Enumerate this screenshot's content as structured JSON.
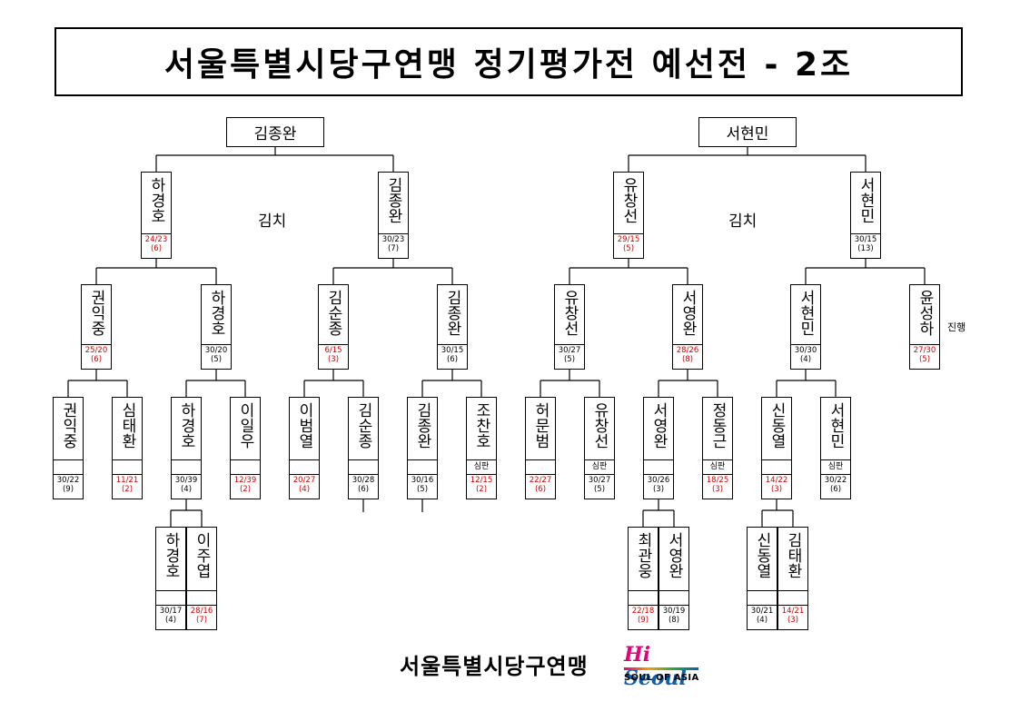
{
  "title": "서울특별시당구연맹 정기평가전 예선전 - 2조",
  "notes": {
    "kimchi_left": "김치",
    "kimchi_right": "김치",
    "in_progress": "진행"
  },
  "footer": {
    "org": "서울특별시당구연맹",
    "logo_main": "Hi Seoul",
    "logo_hi": "Hi",
    "logo_seoul": "Seoul",
    "logo_sub": "SOUL OF ASIA"
  },
  "top": [
    {
      "id": "t1",
      "name": "김종완"
    },
    {
      "id": "t2",
      "name": "서현민"
    }
  ],
  "players": [
    {
      "id": "r2a",
      "name": "하경호",
      "tag": "",
      "score": "24/23",
      "rank": "(6)",
      "red": true
    },
    {
      "id": "r2b",
      "name": "김종완",
      "tag": "",
      "score": "30/23",
      "rank": "(7)",
      "red": false
    },
    {
      "id": "r2c",
      "name": "유창선",
      "tag": "",
      "score": "29/15",
      "rank": "(5)",
      "red": true
    },
    {
      "id": "r2d",
      "name": "서현민",
      "tag": "",
      "score": "30/15",
      "rank": "(13)",
      "red": false
    },
    {
      "id": "r3a",
      "name": "권익중",
      "tag": "",
      "score": "25/20",
      "rank": "(6)",
      "red": true
    },
    {
      "id": "r3b",
      "name": "하경호",
      "tag": "",
      "score": "30/20",
      "rank": "(5)",
      "red": false
    },
    {
      "id": "r3c",
      "name": "김순종",
      "tag": "",
      "score": "6/15",
      "rank": "(3)",
      "red": true
    },
    {
      "id": "r3d",
      "name": "김종완",
      "tag": "",
      "score": "30/15",
      "rank": "(6)",
      "red": false
    },
    {
      "id": "r3e",
      "name": "유창선",
      "tag": "",
      "score": "30/27",
      "rank": "(5)",
      "red": false
    },
    {
      "id": "r3f",
      "name": "서영완",
      "tag": "",
      "score": "28/26",
      "rank": "(8)",
      "red": true
    },
    {
      "id": "r3g",
      "name": "서현민",
      "tag": "",
      "score": "30/30",
      "rank": "(4)",
      "red": false
    },
    {
      "id": "r3h",
      "name": "윤성하",
      "tag": "",
      "score": "27/30",
      "rank": "(5)",
      "red": true
    },
    {
      "id": "r4a",
      "name": "권익중",
      "tag": "",
      "score": "30/22",
      "rank": "(9)",
      "red": false
    },
    {
      "id": "r4b",
      "name": "심태환",
      "tag": "",
      "score": "11/21",
      "rank": "(2)",
      "red": true
    },
    {
      "id": "r4c",
      "name": "하경호",
      "tag": "",
      "score": "30/39",
      "rank": "(4)",
      "red": false
    },
    {
      "id": "r4d",
      "name": "이일우",
      "tag": "",
      "score": "12/39",
      "rank": "(2)",
      "red": true
    },
    {
      "id": "r4e",
      "name": "이범열",
      "tag": "",
      "score": "20/27",
      "rank": "(4)",
      "red": true
    },
    {
      "id": "r4f",
      "name": "김순종",
      "tag": "",
      "score": "30/28",
      "rank": "(6)",
      "red": false
    },
    {
      "id": "r4g",
      "name": "김종완",
      "tag": "",
      "score": "30/16",
      "rank": "(5)",
      "red": false
    },
    {
      "id": "r4h",
      "name": "조찬호",
      "tag": "심판",
      "score": "12/15",
      "rank": "(2)",
      "red": true
    },
    {
      "id": "r4i",
      "name": "허문범",
      "tag": "",
      "score": "22/27",
      "rank": "(6)",
      "red": true
    },
    {
      "id": "r4j",
      "name": "유창선",
      "tag": "심판",
      "score": "30/27",
      "rank": "(5)",
      "red": false
    },
    {
      "id": "r4k",
      "name": "서영완",
      "tag": "",
      "score": "30/26",
      "rank": "(3)",
      "red": false
    },
    {
      "id": "r4l",
      "name": "정동근",
      "tag": "심판",
      "score": "18/25",
      "rank": "(3)",
      "red": true
    },
    {
      "id": "r4m",
      "name": "신동열",
      "tag": "",
      "score": "14/22",
      "rank": "(3)",
      "red": true
    },
    {
      "id": "r4n",
      "name": "서현민",
      "tag": "심판",
      "score": "30/22",
      "rank": "(6)",
      "red": false
    },
    {
      "id": "r5a",
      "name": "하경호",
      "tag": "",
      "score": "30/17",
      "rank": "(4)",
      "red": false
    },
    {
      "id": "r5b",
      "name": "이주엽",
      "tag": "",
      "score": "28/16",
      "rank": "(7)",
      "red": true
    },
    {
      "id": "r5c",
      "name": "최관웅",
      "tag": "",
      "score": "22/18",
      "rank": "(9)",
      "red": true
    },
    {
      "id": "r5d",
      "name": "서영완",
      "tag": "",
      "score": "30/19",
      "rank": "(8)",
      "red": false
    },
    {
      "id": "r5e",
      "name": "신동열",
      "tag": "",
      "score": "30/21",
      "rank": "(4)",
      "red": false
    },
    {
      "id": "r5f",
      "name": "김태환",
      "tag": "",
      "score": "14/21",
      "rank": "(3)",
      "red": true
    }
  ]
}
